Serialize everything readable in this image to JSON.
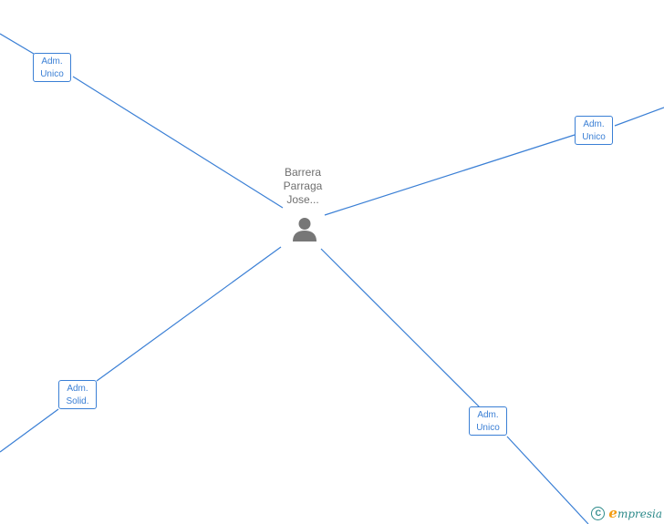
{
  "center": {
    "name_lines": [
      "Barrera",
      "Parraga",
      "Jose..."
    ],
    "icon": "person-icon"
  },
  "roles": [
    {
      "id": "role-top-left",
      "line1": "Adm.",
      "line2": "Unico"
    },
    {
      "id": "role-top-right",
      "line1": "Adm.",
      "line2": "Unico"
    },
    {
      "id": "role-bottom-left",
      "line1": "Adm.",
      "line2": "Solid."
    },
    {
      "id": "role-bottom-right",
      "line1": "Adm.",
      "line2": "Unico"
    }
  ],
  "watermark": {
    "symbol": "C",
    "brand_first": "e",
    "brand_rest": "mpresia"
  },
  "colors": {
    "edge": "#3a7fd5",
    "node_text": "#6f6f6f",
    "brand": "#2c8a8a",
    "brand_accent": "#f39c12"
  }
}
